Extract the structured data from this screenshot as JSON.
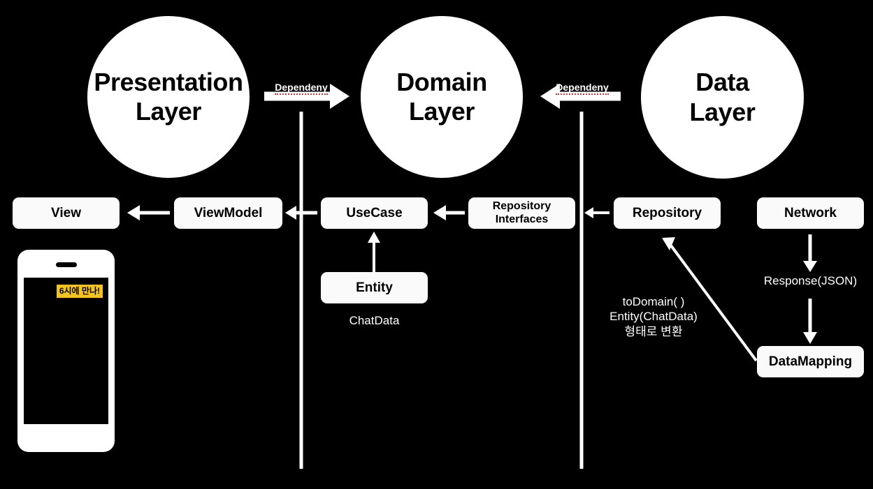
{
  "diagram": {
    "title": "Clean Architecture Layers",
    "background_color": "#000000",
    "node_color": "#fafafa",
    "line_color": "#ffffff",
    "accent_color": "#f3c320",
    "spellcheck_underline_color": "#d0312d"
  },
  "layers": [
    {
      "id": "presentation",
      "label": "Presentation\nLayer"
    },
    {
      "id": "domain",
      "label": "Domain\nLayer"
    },
    {
      "id": "data",
      "label": "Data\nLayer"
    }
  ],
  "dependency_labels": [
    {
      "id": "dep-left",
      "text": "Dependeny"
    },
    {
      "id": "dep-right",
      "text": "Dependeny"
    }
  ],
  "nodes": [
    {
      "id": "view",
      "label": "View"
    },
    {
      "id": "viewmodel",
      "label": "ViewModel"
    },
    {
      "id": "usecase",
      "label": "UseCase"
    },
    {
      "id": "repository-interfaces",
      "label": "Repository\nInterfaces"
    },
    {
      "id": "repository",
      "label": "Repository"
    },
    {
      "id": "network",
      "label": "Network"
    },
    {
      "id": "entity",
      "label": "Entity"
    },
    {
      "id": "datamapping",
      "label": "DataMapping"
    }
  ],
  "annotations": [
    {
      "id": "entity-caption",
      "text": "ChatData"
    },
    {
      "id": "response-caption",
      "text": "Response(JSON)"
    },
    {
      "id": "mapping-note",
      "text": "toDomain( )\nEntity(ChatData)\n형태로 변환"
    }
  ],
  "phone": {
    "chat_message": "6시에 만나!",
    "bubble_color": "#f3c320",
    "bubble_text_color": "#000000"
  }
}
